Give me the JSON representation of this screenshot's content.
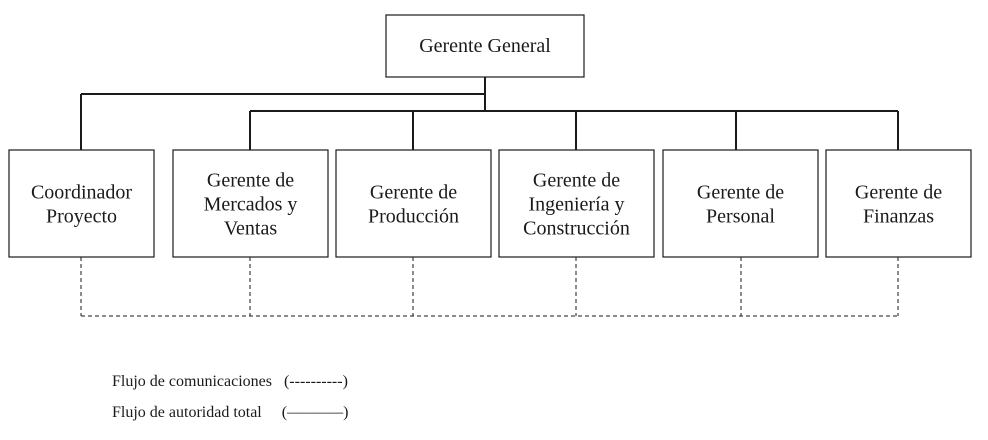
{
  "chart": {
    "root": {
      "label": "Gerente General"
    },
    "nodes": [
      {
        "id": "coordinador",
        "label": [
          "Coordinador",
          "Proyecto"
        ]
      },
      {
        "id": "mercados",
        "label": [
          "Gerente de",
          "Mercados y",
          "Ventas"
        ]
      },
      {
        "id": "produccion",
        "label": [
          "Gerente de",
          "Producción"
        ]
      },
      {
        "id": "ingenieria",
        "label": [
          "Gerente de",
          "Ingeniería y",
          "Construcción"
        ]
      },
      {
        "id": "personal",
        "label": [
          "Gerente de",
          "Personal"
        ]
      },
      {
        "id": "finanzas",
        "label": [
          "Gerente de",
          "Finanzas"
        ]
      }
    ]
  },
  "legend": {
    "communications_label": "Flujo de comunicaciones",
    "communications_symbol": "(----------)",
    "authority_label": "Flujo de autoridad total",
    "authority_symbol": "(———–)"
  },
  "colors": {
    "line": "#1a1a1a",
    "box_border": "#1a1a1a",
    "box_fill": "#ffffff",
    "text": "#1a1a1a"
  }
}
